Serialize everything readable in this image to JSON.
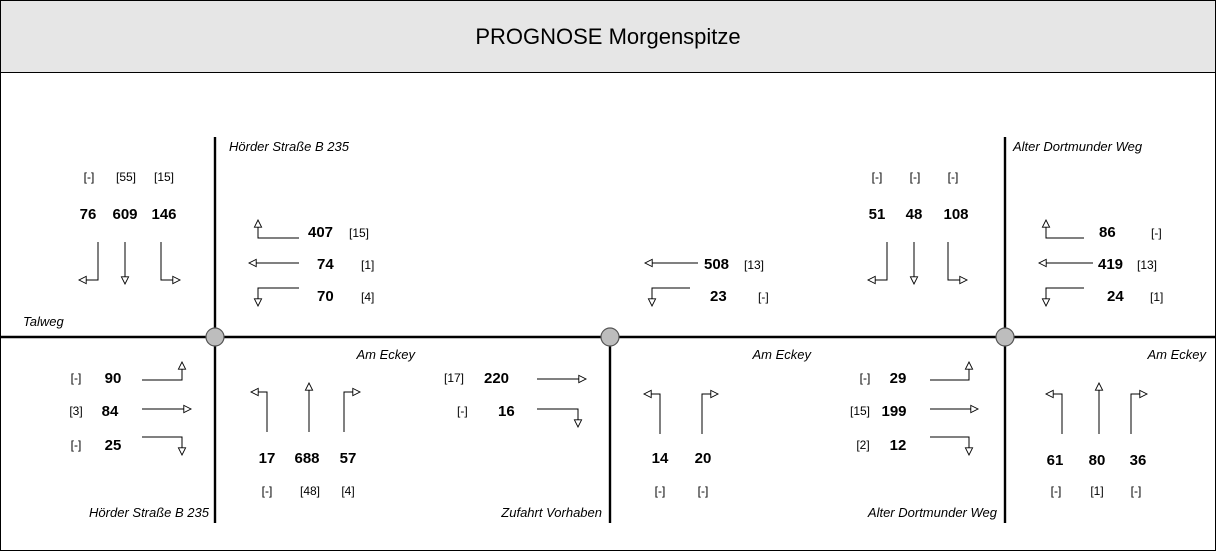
{
  "title": "PROGNOSE Morgenspitze",
  "streets": {
    "hoerder_top": "Hörder Straße B 235",
    "hoerder_bottom": "Hörder Straße B 235",
    "alter_top": "Alter Dortmunder Weg",
    "alter_bottom": "Alter Dortmunder Weg",
    "talweg": "Talweg",
    "eckey_1": "Am Eckey",
    "eckey_2": "Am Eckey",
    "eckey_3": "Am Eckey",
    "zufahrt": "Zufahrt Vorhaben"
  },
  "k1": {
    "north": {
      "v": [
        "76",
        "609",
        "146"
      ],
      "h": [
        "[-]",
        "[55]",
        "[15]"
      ]
    },
    "east": {
      "v": [
        "407",
        "74",
        "70"
      ],
      "h": [
        "[15]",
        "[1]",
        "[4]"
      ]
    },
    "west": {
      "v": [
        "90",
        "84",
        "25"
      ],
      "h": [
        "[-]",
        "[3]",
        "[-]"
      ]
    },
    "south": {
      "v": [
        "17",
        "688",
        "57"
      ],
      "h": [
        "[-]",
        "[48]",
        "[4]"
      ]
    }
  },
  "k2": {
    "east": {
      "v": [
        "508",
        "23"
      ],
      "h": [
        "[13]",
        "[-]"
      ]
    },
    "west": {
      "v": [
        "220",
        "16"
      ],
      "h": [
        "[17]",
        "[-]"
      ]
    },
    "south": {
      "v": [
        "14",
        "20"
      ],
      "h": [
        "[-]",
        "[-]"
      ]
    }
  },
  "k3": {
    "north": {
      "v": [
        "51",
        "48",
        "108"
      ],
      "h": [
        "[-]",
        "[-]",
        "[-]"
      ]
    },
    "east": {
      "v": [
        "86",
        "419",
        "24"
      ],
      "h": [
        "[-]",
        "[13]",
        "[1]"
      ]
    },
    "west": {
      "v": [
        "29",
        "199",
        "12"
      ],
      "h": [
        "[-]",
        "[15]",
        "[2]"
      ]
    },
    "south": {
      "v": [
        "61",
        "80",
        "36"
      ],
      "h": [
        "[-]",
        "[1]",
        "[-]"
      ]
    }
  },
  "colors": {
    "header_bg": "#e6e6e6",
    "node_fill": "#bdbdbd",
    "line": "#000000"
  }
}
